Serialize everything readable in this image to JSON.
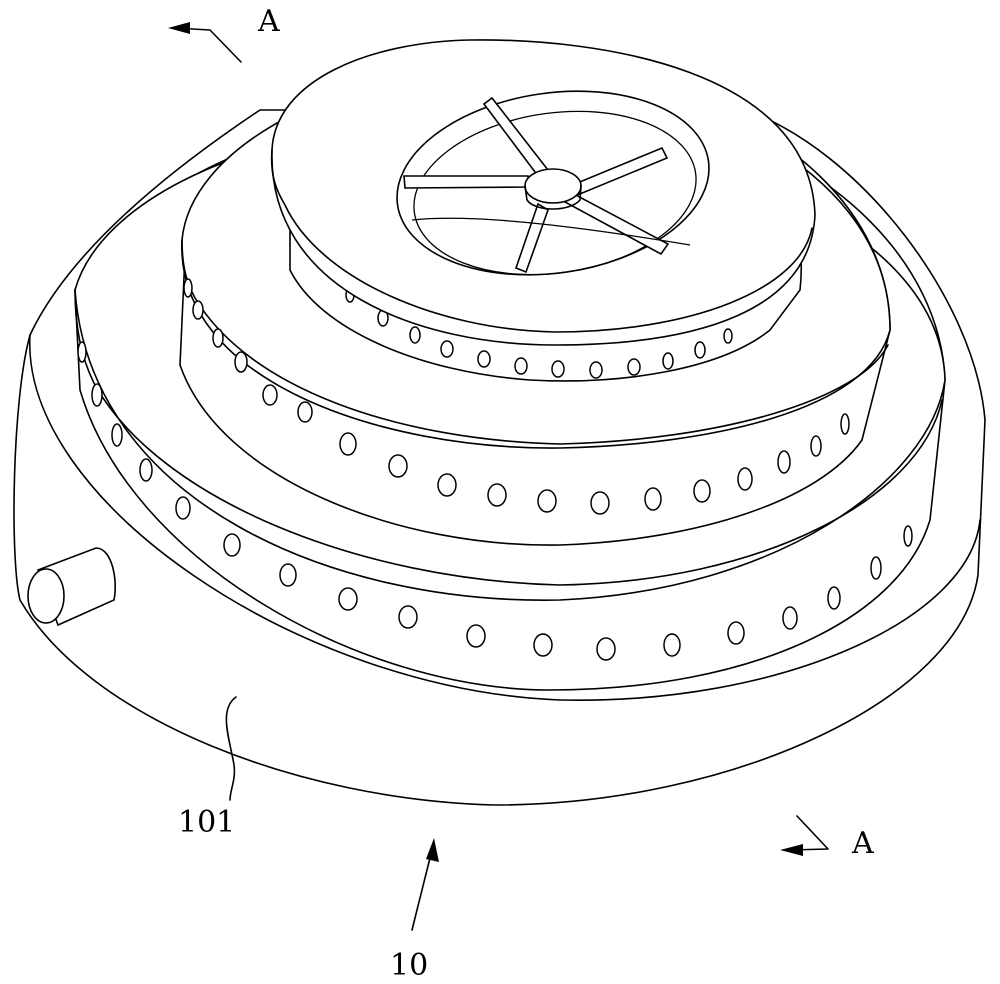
{
  "labels": {
    "section_top": "A",
    "section_bottom": "A",
    "part_base": "101",
    "part_assembly": "10"
  },
  "colors": {
    "line": "#000000",
    "background": "#ffffff"
  }
}
